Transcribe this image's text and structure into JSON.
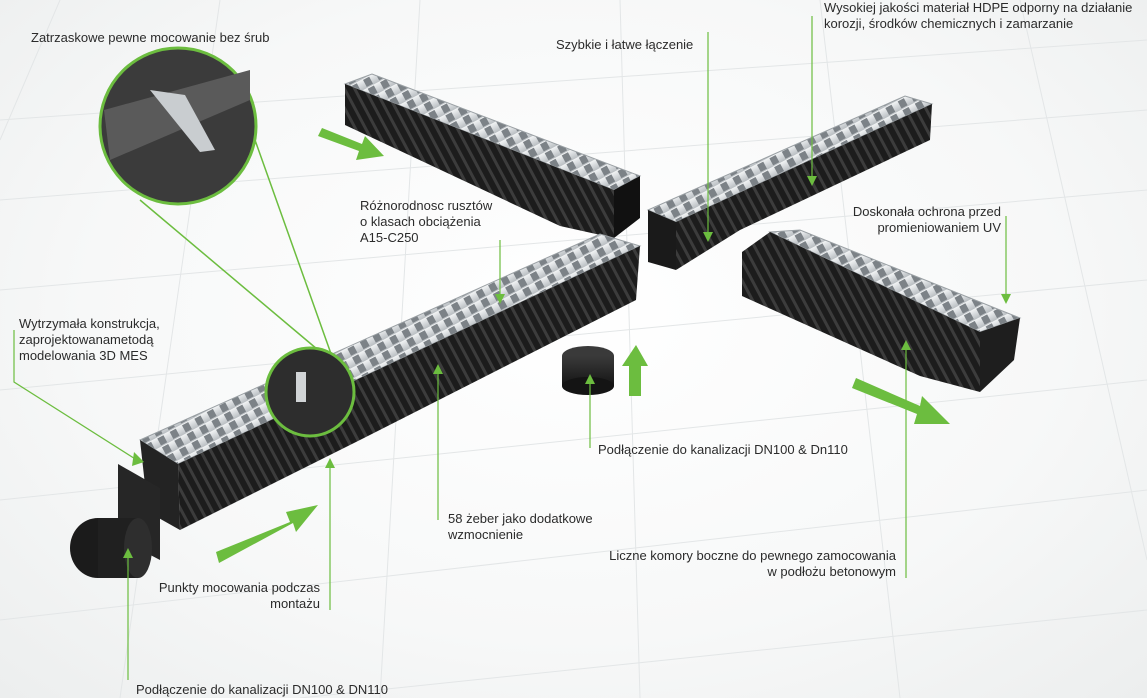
{
  "callouts": {
    "snap_fastening": "Zatrzaskowe pewne mocowanie bez śrub",
    "quick_connection": "Szybkie i łatwe łączenie",
    "hdpe_material": "Wysokiej jakości materiał HDPE odporny na działanie\nkorozji, środków chemicznych i zamarzanie",
    "grate_classes": "Różnorodnosc rusztów\no klasach obciążenia\nA15-C250",
    "uv_protection": "Doskonała ochrona przed\npromieniowaniem UV",
    "durable_construction": "Wytrzymała konstrukcja,\nzaprojektowanametodą\nmodelowania 3D MES",
    "sewer_connection_outlet": "Podłączenie do kanalizacji DN100 & Dn110",
    "ribs": "58 żeber jako dodatkowe\nwzmocnienie",
    "side_chambers": "Liczne komory boczne do pewnego zamocowania\nw podłożu betonowym",
    "mounting_points": "Punkty mocowania podczas\nmontażu",
    "sewer_connection_end": "Podłączenie do kanalizacji DN100 & DN110"
  },
  "colors": {
    "accent_green": "#6cbd3f",
    "channel_body": "#2a2a2a",
    "grate_steel": "#d9dcde",
    "text": "#2b2b2b"
  }
}
